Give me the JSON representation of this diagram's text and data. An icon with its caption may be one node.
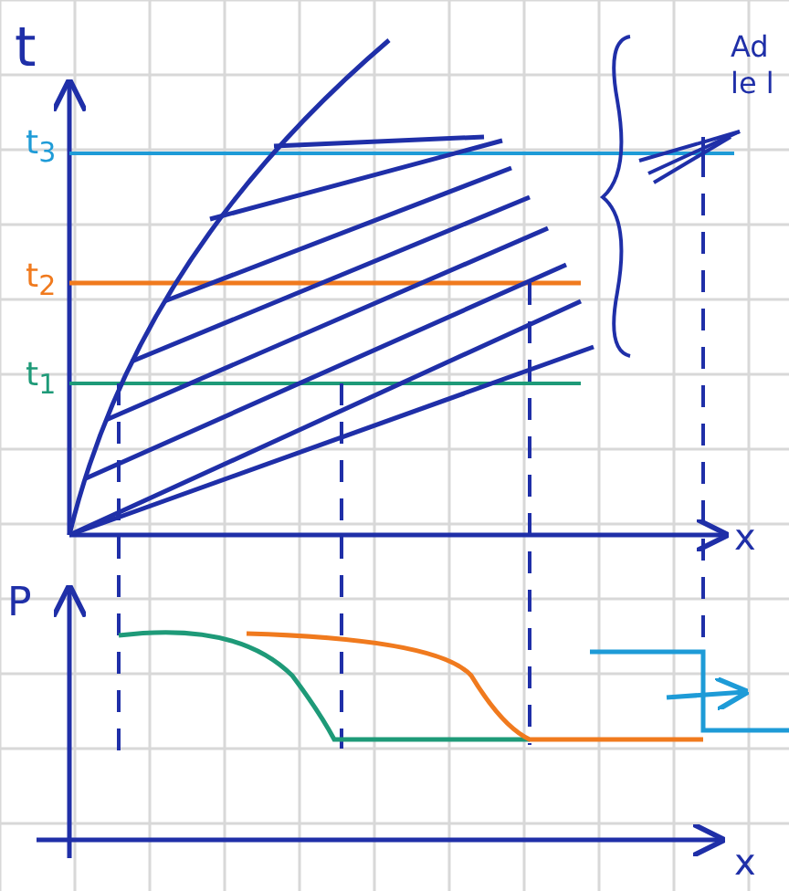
{
  "diagram": {
    "labels": [
      "t",
      "t$_{3}$",
      "t$_{2}$",
      "t$_{1}$",
      "x",
      "Ad",
      "le l",
      "P",
      "x"
    ]
  }
}
